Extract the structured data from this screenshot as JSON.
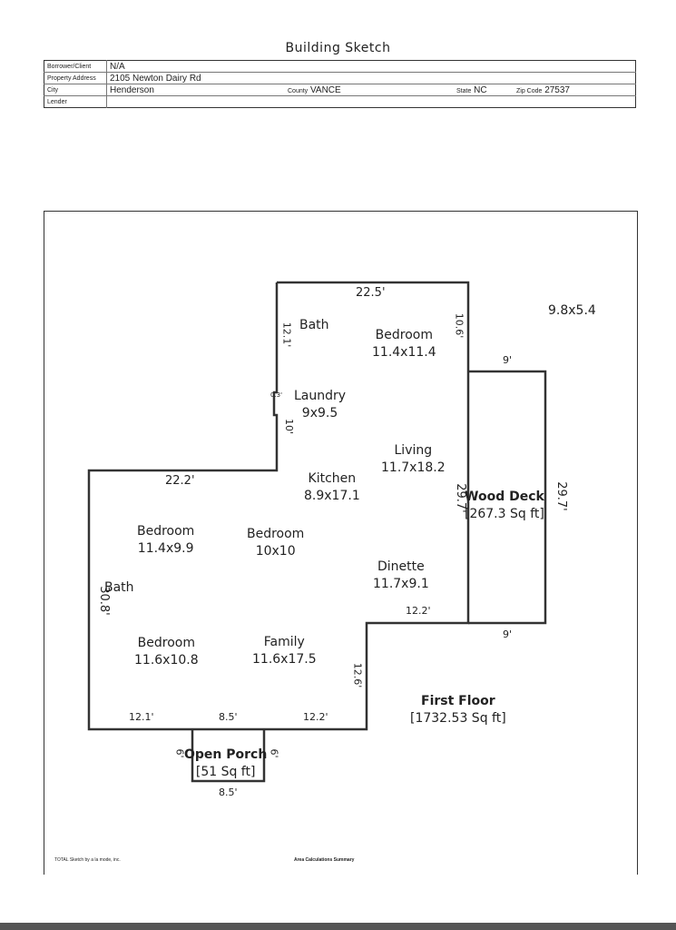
{
  "title": "Building Sketch",
  "header": {
    "borrower_label": "Borrower/Client",
    "borrower": "N/A",
    "address_label": "Property Address",
    "address": "2105 Newton Dairy Rd",
    "city_label": "City",
    "city": "Henderson",
    "county_label": "County",
    "county": "VANCE",
    "state_label": "State",
    "state": "NC",
    "zip_label": "Zip Code",
    "zip": "27537",
    "lender_label": "Lender",
    "lender": ""
  },
  "rooms": {
    "bath_top": "Bath",
    "bedroom_top_name": "Bedroom",
    "bedroom_top_size": "11.4x11.4",
    "laundry_name": "Laundry",
    "laundry_size": "9x9.5",
    "living_name": "Living",
    "living_size": "11.7x18.2",
    "kitchen_name": "Kitchen",
    "kitchen_size": "8.9x17.1",
    "bedroom_left_name": "Bedroom",
    "bedroom_left_size": "11.4x9.9",
    "bedroom_mid_name": "Bedroom",
    "bedroom_mid_size": "10x10",
    "bath_left": "Bath",
    "dinette_name": "Dinette",
    "dinette_size": "11.7x9.1",
    "bedroom_bottom_name": "Bedroom",
    "bedroom_bottom_size": "11.6x10.8",
    "family_name": "Family",
    "family_size": "11.6x17.5"
  },
  "areas": {
    "wood_deck_name": "Wood Deck",
    "wood_deck_area": "[267.3 Sq ft]",
    "open_porch_name": "Open Porch",
    "open_porch_area": "[51 Sq ft]",
    "first_floor_name": "First Floor",
    "first_floor_area": "[1732.53 Sq ft]",
    "extra_dim": "9.8x5.4"
  },
  "dims": {
    "top_width": "22.5'",
    "top_left_height": "12.1'",
    "top_right_height": "10.6'",
    "jog_small": "0.3'",
    "jog_height": "10'",
    "mid_left_width": "22.2'",
    "left_height": "30.8'",
    "right_height": "29.7'",
    "deck_top": "9'",
    "deck_right": "29.7'",
    "deck_bottom": "9'",
    "dinette_bottom": "12.2'",
    "family_right": "12.6'",
    "bottom_left": "12.1'",
    "bottom_mid": "8.5'",
    "bottom_right": "12.2'",
    "porch_left": "6'",
    "porch_right": "6'",
    "porch_bottom": "8.5'"
  },
  "footer": {
    "software": "TOTAL Sketch by a la mode, inc.",
    "summary": "Area Calculations Summary"
  }
}
